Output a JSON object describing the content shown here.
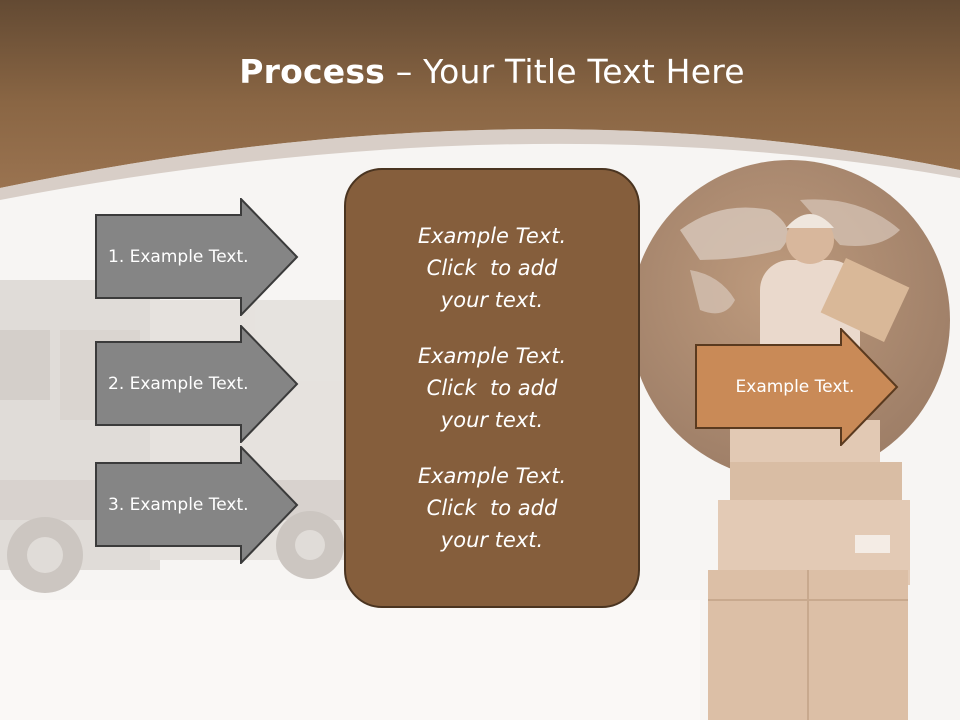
{
  "title": {
    "bold": "Process",
    "rest": " – Your Title Text Here"
  },
  "steps": [
    {
      "label": "1. Example Text."
    },
    {
      "label": "2. Example Text."
    },
    {
      "label": "3. Example Text."
    }
  ],
  "center_box": {
    "paragraphs": [
      {
        "lines": [
          "Example Text.",
          "Click  to add",
          "your text."
        ]
      },
      {
        "lines": [
          "Example Text.",
          "Click  to add",
          "your text."
        ]
      },
      {
        "lines": [
          "Example Text.",
          "Click  to add",
          "your text."
        ]
      }
    ]
  },
  "result": {
    "label": "Example Text."
  },
  "colors": {
    "header": "#7b5a3c",
    "step_arrow": "#858585",
    "center_box": "#855e3c",
    "result_arrow": "#c98a57"
  }
}
